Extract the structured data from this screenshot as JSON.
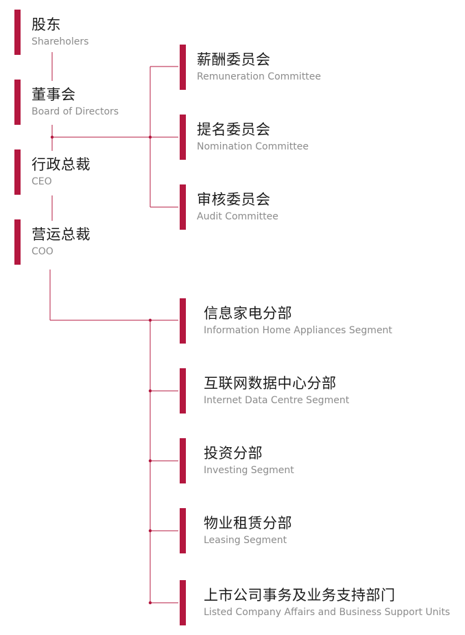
{
  "colors": {
    "accent": "#b4173f",
    "connector": "#b4173f",
    "title_text": "#1b1b1b",
    "subtitle_text": "#8b8b8b"
  },
  "chain": [
    {
      "zh": "股东",
      "en": "Shareholers"
    },
    {
      "zh": "董事会",
      "en": "Board of Directors"
    },
    {
      "zh": "行政总裁",
      "en": "CEO"
    },
    {
      "zh": "营运总裁",
      "en": "COO"
    }
  ],
  "committees": [
    {
      "zh": "薪酬委员会",
      "en": "Remuneration Committee"
    },
    {
      "zh": "提名委员会",
      "en": "Nomination Committee"
    },
    {
      "zh": "审核委员会",
      "en": "Audit Committee"
    }
  ],
  "segments": [
    {
      "zh": "信息家电分部",
      "en": "Information Home  Appliances Segment"
    },
    {
      "zh": "互联网数据中心分部",
      "en": "Internet Data Centre Segment"
    },
    {
      "zh": "投资分部",
      "en": "Investing Segment"
    },
    {
      "zh": "物业租赁分部",
      "en": "Leasing Segment"
    },
    {
      "zh": "上市公司事务及业务支持部门",
      "en": "Listed Company Affairs and Business Support Units"
    }
  ]
}
